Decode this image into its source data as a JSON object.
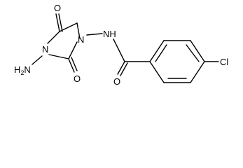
{
  "molecule": {
    "atoms": {
      "o_top": "O",
      "n_ring": "N",
      "nh_link": "NH",
      "nh2": "H2N",
      "o_ring_bottom": "O",
      "o_amide": "O",
      "cl": "Cl"
    },
    "colors": {
      "bond": "#000000",
      "text": "#000000",
      "background": "#ffffff"
    }
  }
}
